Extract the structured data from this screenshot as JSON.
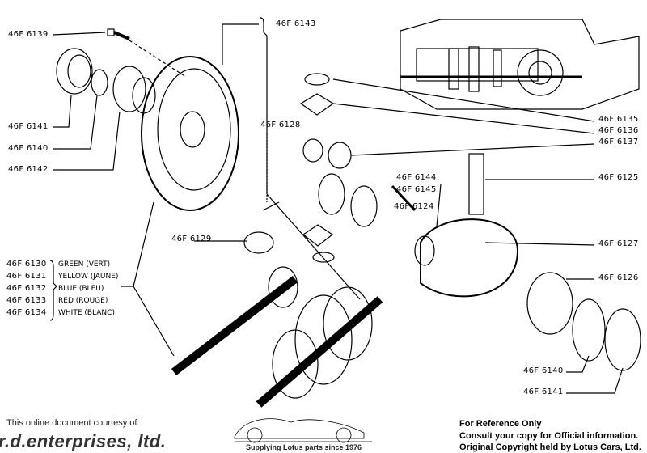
{
  "labels": {
    "p6139": "46F 6139",
    "p6143": "46F 6143",
    "p6141a": "46F 6141",
    "p6140a": "46F 6140",
    "p6142": "46F 6142",
    "p6135": "46F 6135",
    "p6136": "46F 6136",
    "p6137": "46F 6137",
    "p6128": "46F 6128",
    "p6144": "46F 6144",
    "p6145": "46F 6145",
    "p6124": "46F 6124",
    "p6125": "46F 6125",
    "p6129": "46F 6129",
    "p6127": "46F 6127",
    "p6126": "46F 6126",
    "p6140b": "46F 6140",
    "p6141b": "46F 6141"
  },
  "gear_sets": [
    {
      "part": "46F 6130",
      "color": "GREEN (VERT)"
    },
    {
      "part": "46F 6131",
      "color": "YELLOW (JAUNE)"
    },
    {
      "part": "46F 6132",
      "color": "BLUE (BLEU)"
    },
    {
      "part": "46F 6133",
      "color": "RED (ROUGE)"
    },
    {
      "part": "46F 6134",
      "color": "WHITE (BLANC)"
    }
  ],
  "footer": {
    "courtesy": "This online document courtesy of:",
    "brand": "r.d.enterprises, ltd.",
    "tagline": "Supplying Lotus parts since 1976",
    "ref1": "For Reference Only",
    "ref2": "Consult your copy for Official information.",
    "ref3": "Original Copyright held by Lotus Cars, Ltd."
  }
}
